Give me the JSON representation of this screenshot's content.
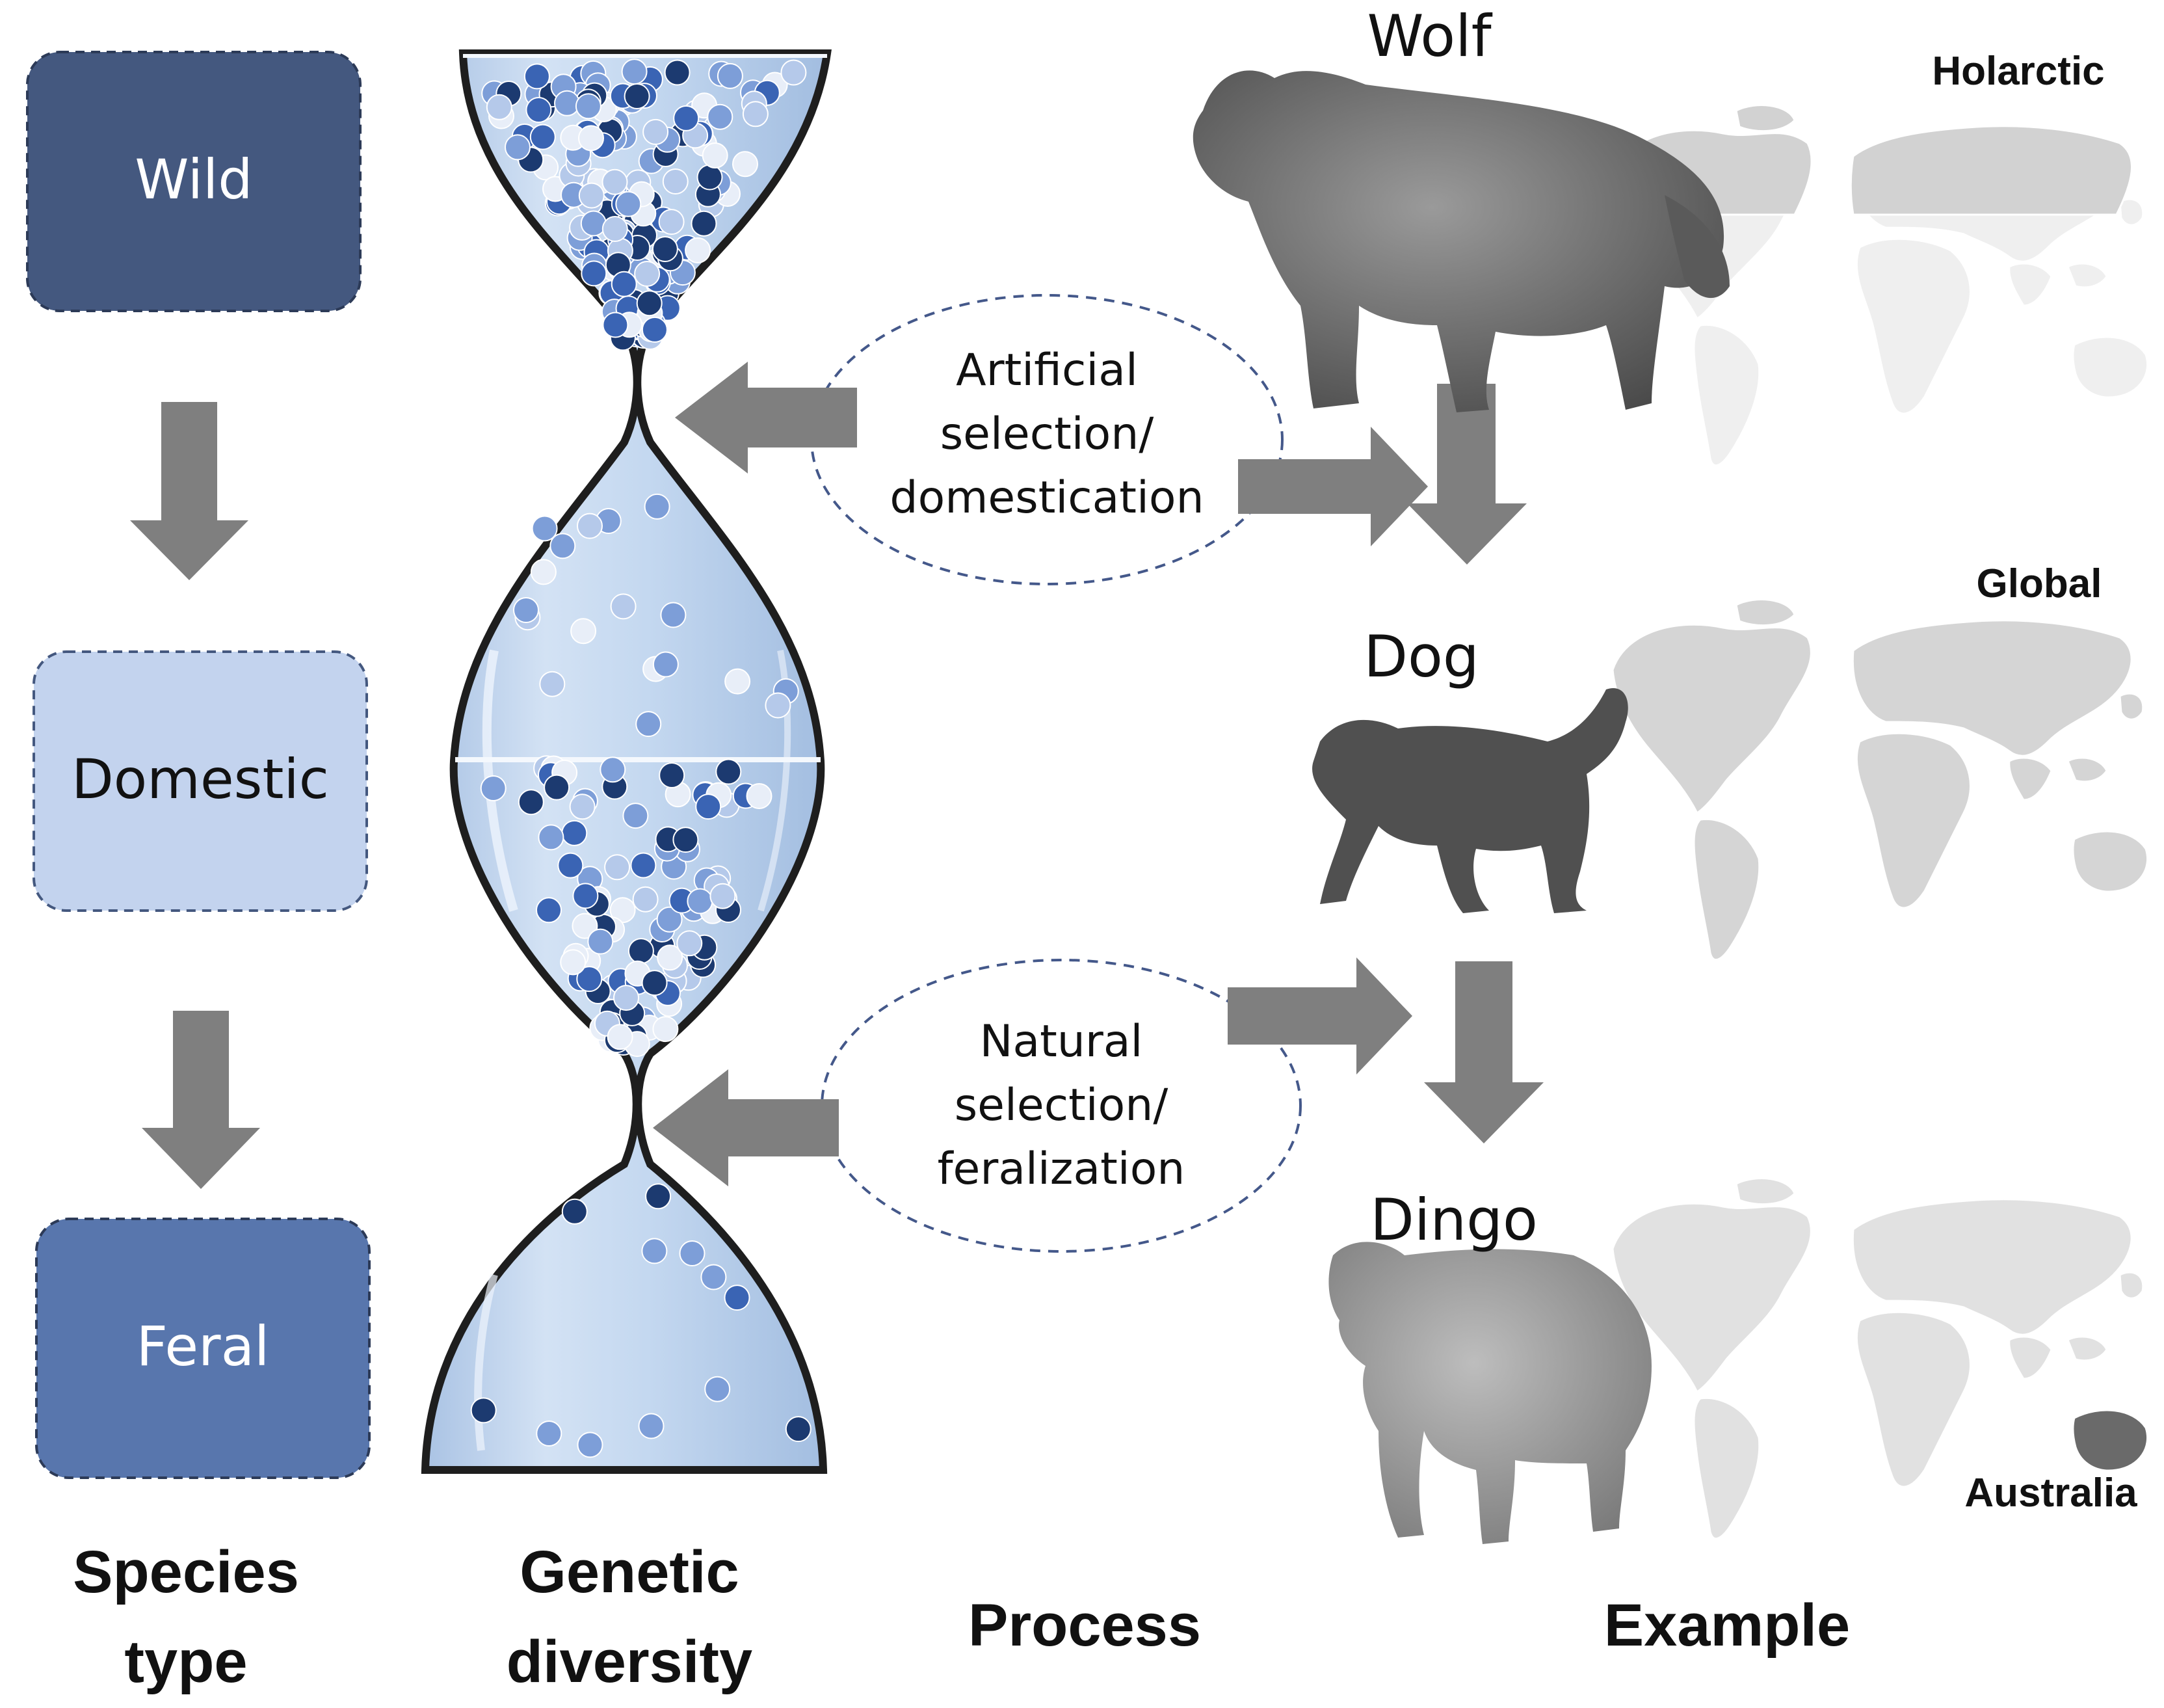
{
  "species_types": [
    {
      "label": "Wild",
      "fill": "#44587f",
      "text_color": "#ffffff"
    },
    {
      "label": "Domestic",
      "fill": "#c3d3ee",
      "text_color": "#111111"
    },
    {
      "label": "Feral",
      "fill": "#5876ad",
      "text_color": "#ffffff"
    }
  ],
  "processes": [
    {
      "line1": "Artificial",
      "line2": "selection/",
      "line3": "domestication"
    },
    {
      "line1": "Natural",
      "line2": "selection/",
      "line3": "feralization"
    }
  ],
  "examples": [
    {
      "animal": "Wolf",
      "region": "Holarctic"
    },
    {
      "animal": "Dog",
      "region": "Global"
    },
    {
      "animal": "Dingo",
      "region": "Australia"
    }
  ],
  "columns": {
    "species_type_line1": "Species",
    "species_type_line2": "type",
    "genetic_diversity_line1": "Genetic",
    "genetic_diversity_line2": "diversity",
    "process": "Process",
    "example": "Example"
  },
  "colors": {
    "arrow": "#7f7f7f",
    "hourglass_fill": "#c7d9f0",
    "hourglass_outline": "#1e1e1e",
    "dashed_ellipse": "#44588a",
    "map_light": "#dcdcdc",
    "map_highlight": "#6a6a6a",
    "bead_shades": [
      "#1c3a70",
      "#3a64b4",
      "#7d9ed8",
      "#b5c9ea",
      "#e8eef8"
    ]
  }
}
